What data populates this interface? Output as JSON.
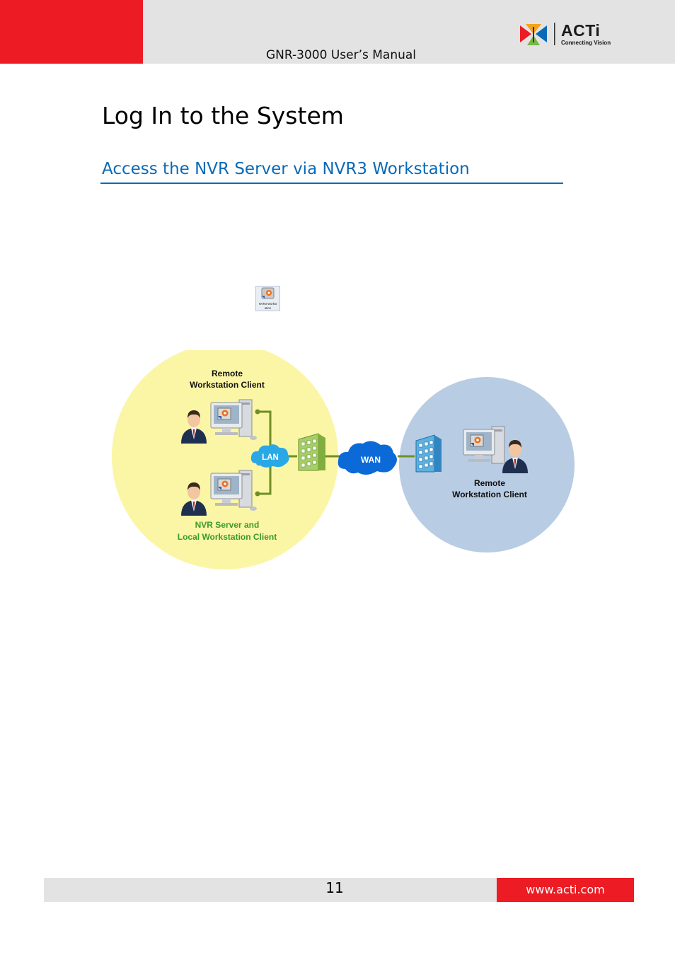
{
  "header": {
    "title": "GNR-3000 User’s Manual",
    "logo_text": "ACTi",
    "logo_tagline": "Connecting Vision",
    "red_color": "#ed1c24",
    "bar_color": "#e3e3e3"
  },
  "content": {
    "page_title": "Log In to the System",
    "section_title": "Access the NVR Server via NVR3 Workstation",
    "section_color": "#0a6ab7",
    "app_icon_label_line1": "NVR3 Workst",
    "app_icon_label_line2": "ation"
  },
  "diagram": {
    "top_client_label_1": "Remote",
    "top_client_label_2": "Workstation Client",
    "bottom_client_label_1": "NVR Server and",
    "bottom_client_label_2": "Local Workstation Client",
    "lan_label": "LAN",
    "wan_label": "WAN",
    "remote_client_label_1": "Remote",
    "remote_client_label_2": "Workstation Client",
    "local_zone_color": "#fbf6a6",
    "remote_zone_color": "#b8cce4",
    "link_color": "#6e8f25",
    "server_label_color": "#3a9a2a"
  },
  "footer": {
    "page_number": "11",
    "url": "www.acti.com"
  }
}
